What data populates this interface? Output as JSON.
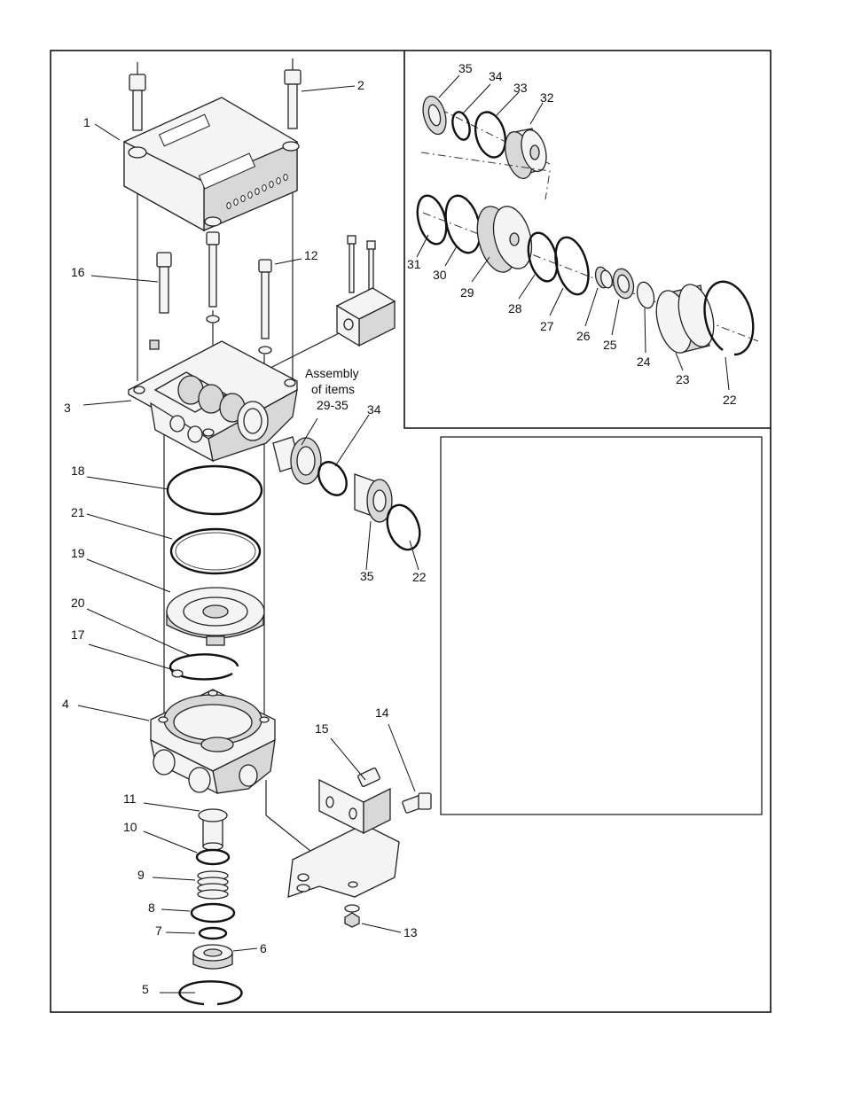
{
  "assembly_note": [
    "Assembly",
    "of items",
    "29-35"
  ],
  "callouts": {
    "c1": "1",
    "c2": "2",
    "c3": "3",
    "c4": "4",
    "c5": "5",
    "c6": "6",
    "c7": "7",
    "c8": "8",
    "c9": "9",
    "c10": "10",
    "c11": "11",
    "c12": "12",
    "c13": "13",
    "c14": "14",
    "c15": "15",
    "c16": "16",
    "c17": "17",
    "c18": "18",
    "c19": "19",
    "c20": "20",
    "c21": "21",
    "c22": "22",
    "c34": "34",
    "c35": "35"
  },
  "inset_callouts": {
    "i22": "22",
    "i23": "23",
    "i24": "24",
    "i25": "25",
    "i26": "26",
    "i27": "27",
    "i28": "28",
    "i29": "29",
    "i30": "30",
    "i31": "31",
    "i32": "32",
    "i33": "33",
    "i34": "34",
    "i35": "35"
  },
  "colors": {
    "line": "#222222",
    "background": "#ffffff"
  }
}
